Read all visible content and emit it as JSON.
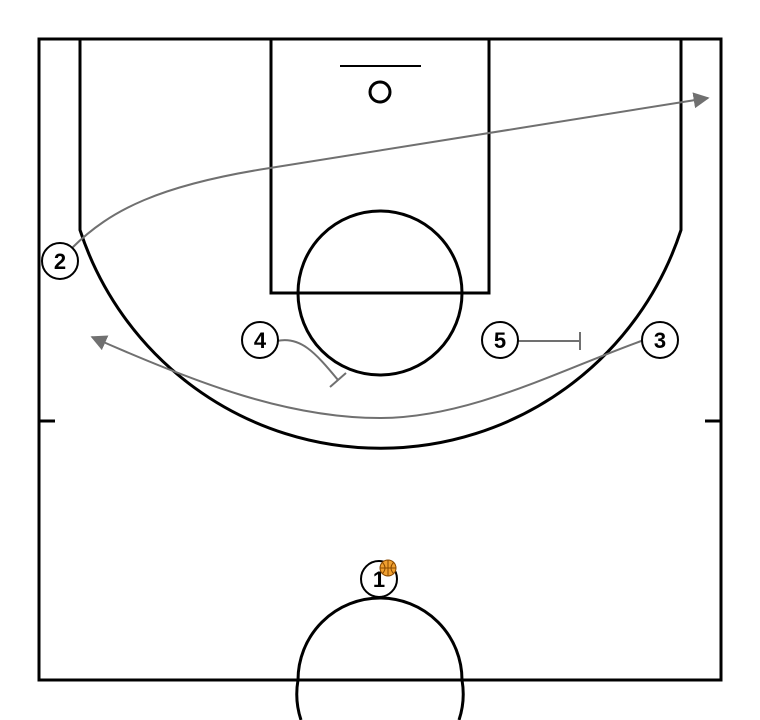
{
  "players": [
    {
      "id": "p1",
      "label": "1",
      "has_ball": true
    },
    {
      "id": "p2",
      "label": "2",
      "has_ball": false
    },
    {
      "id": "p3",
      "label": "3",
      "has_ball": false
    },
    {
      "id": "p4",
      "label": "4",
      "has_ball": false
    },
    {
      "id": "p5",
      "label": "5",
      "has_ball": false
    }
  ],
  "colors": {
    "court_lines": "#000000",
    "movement_lines": "#707070",
    "ball": "#f0a030",
    "ball_seams": "#8a4a00",
    "background": "#ffffff"
  },
  "actions": [
    {
      "type": "cut",
      "player": "2",
      "style": "arrow"
    },
    {
      "type": "cut",
      "player": "3",
      "style": "arrow"
    },
    {
      "type": "screen",
      "player": "4",
      "style": "screen-bar"
    },
    {
      "type": "screen",
      "player": "5",
      "style": "screen-bar"
    }
  ]
}
